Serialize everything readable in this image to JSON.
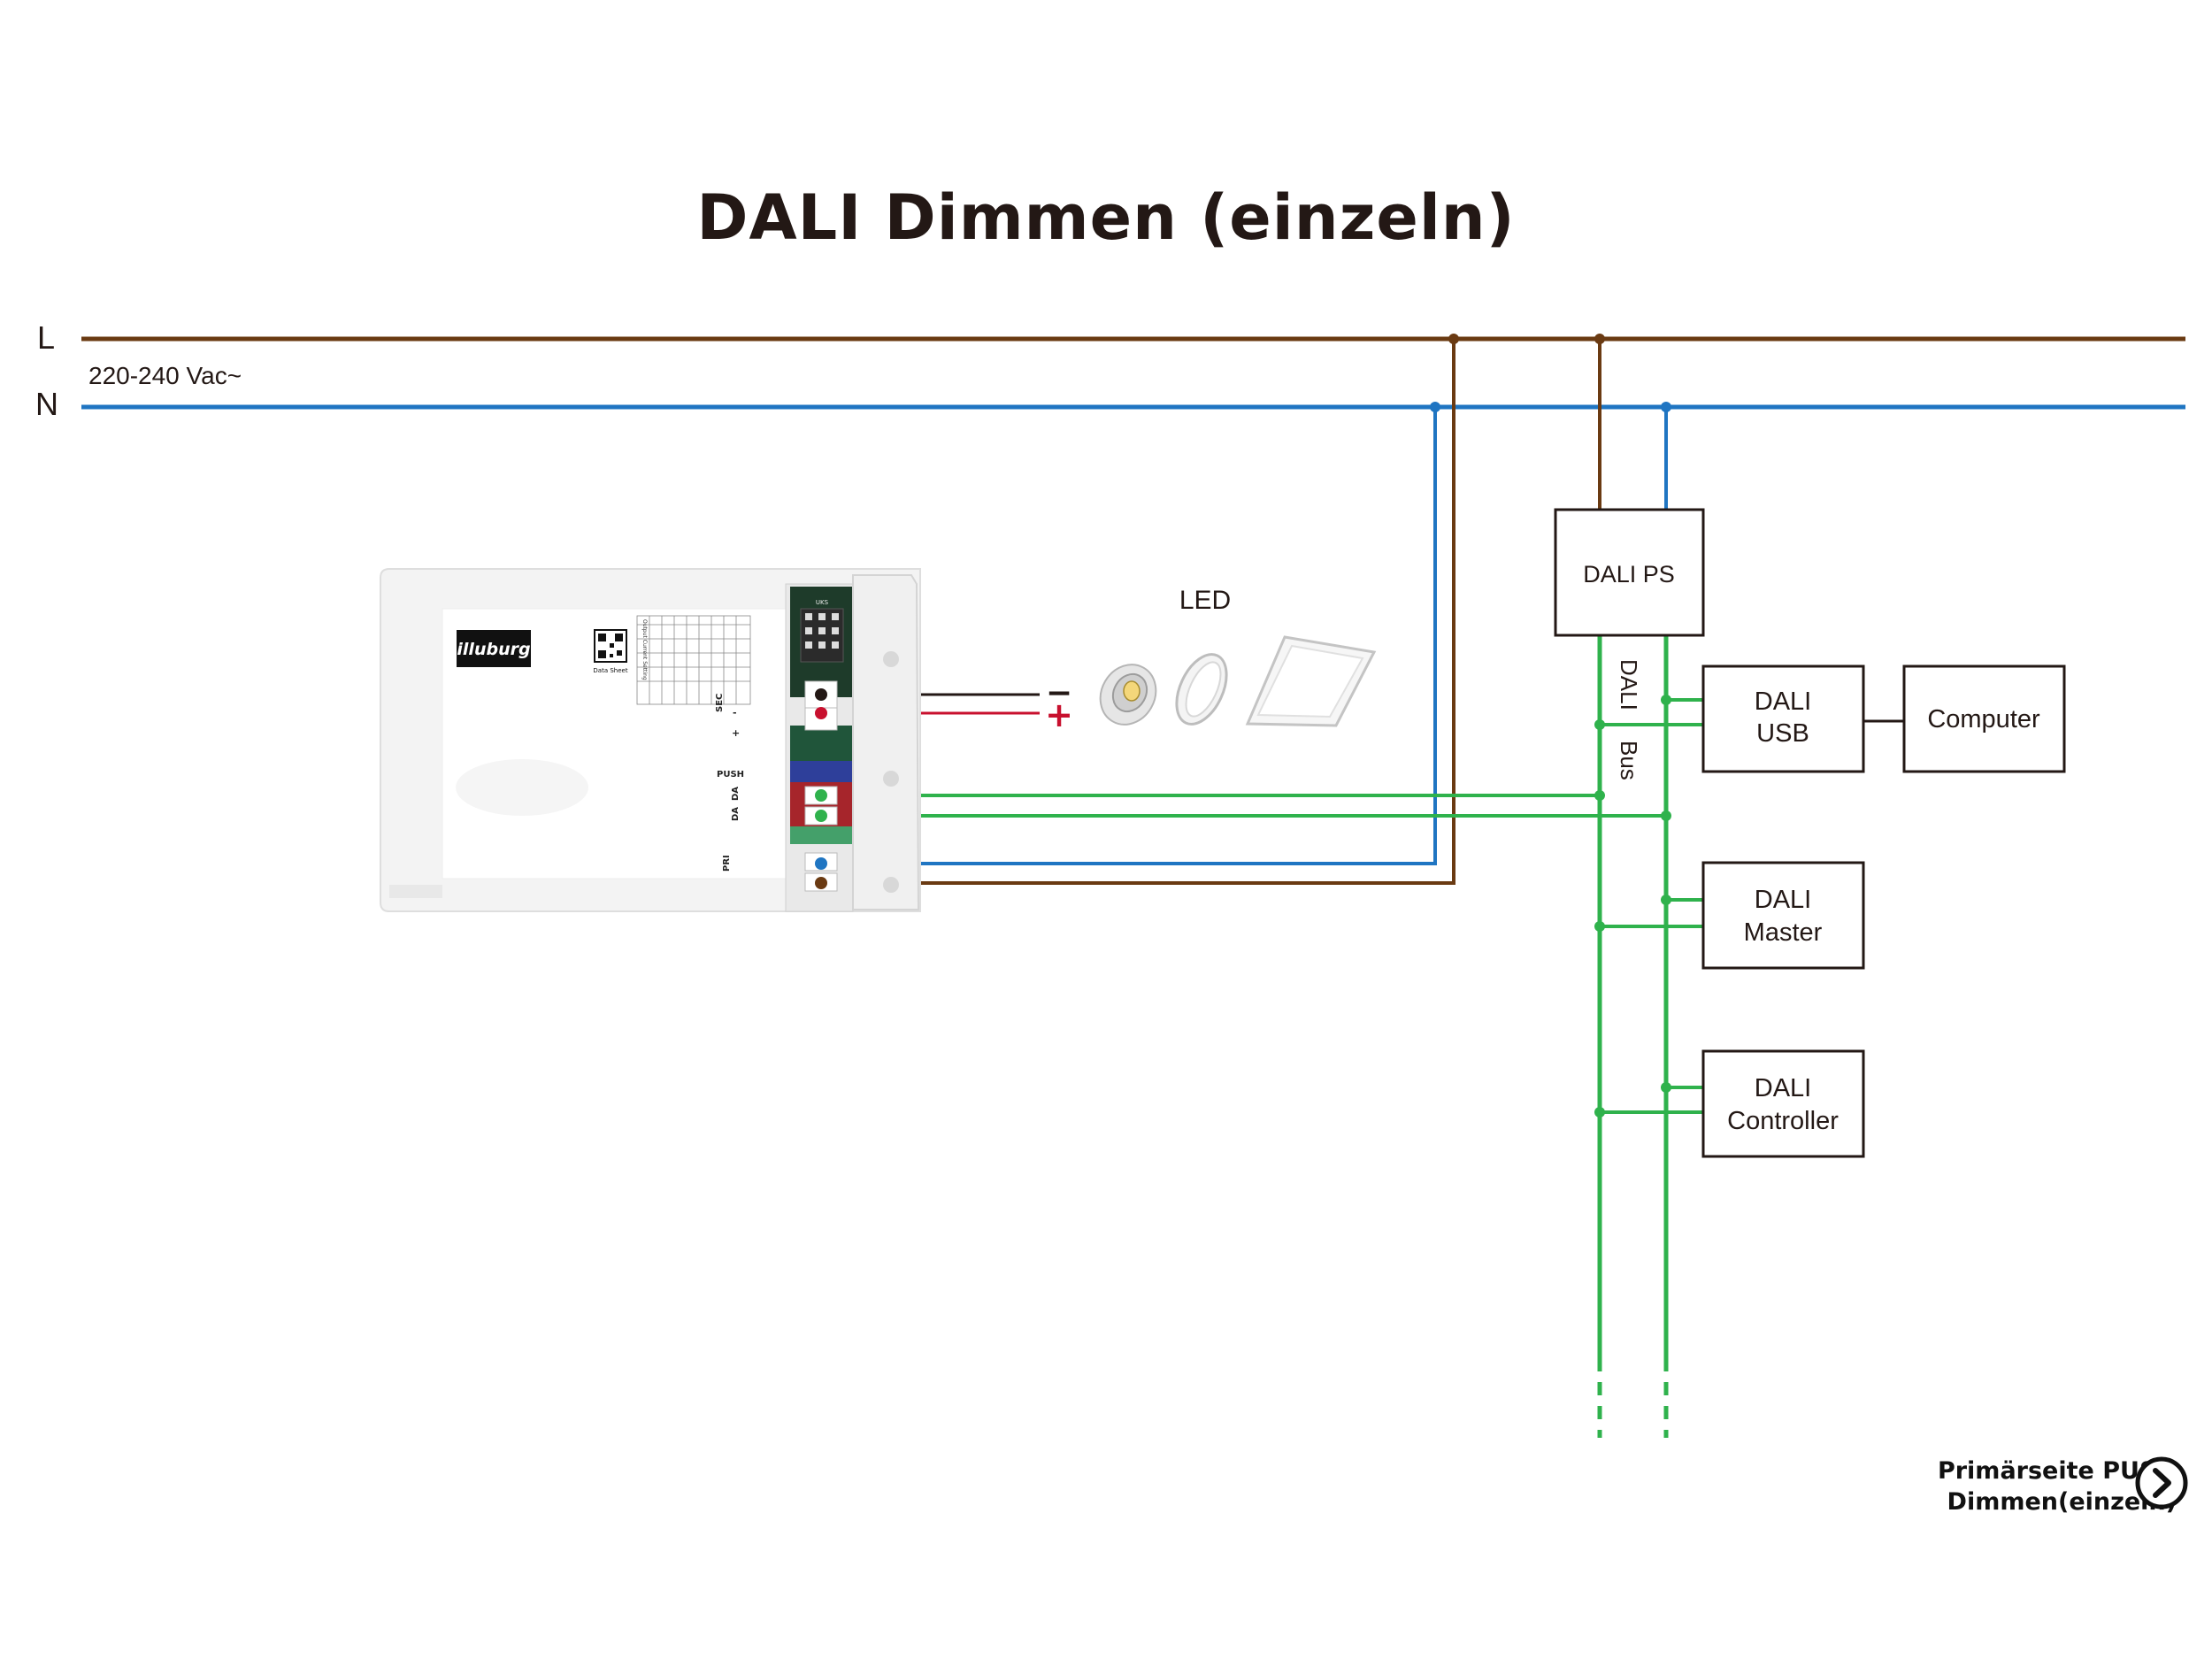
{
  "title": "DALI Dimmen (einzeln)",
  "mains": {
    "line_label": "L",
    "neutral_label": "N",
    "voltage": "220-240 Vac~"
  },
  "driver": {
    "brand": "illuburg",
    "data_sheet": "Data Sheet",
    "table_title": "Output Current Setting",
    "terminals": [
      "SEC",
      "PUSH",
      "DA",
      "DA",
      "PRI"
    ],
    "secondary_signs": [
      "-",
      "+"
    ],
    "dip_label": "UKS"
  },
  "led": {
    "label": "LED",
    "minus": "−",
    "plus": "+"
  },
  "bus": {
    "label_line1": "DALI",
    "label_line2": "Bus"
  },
  "boxes": {
    "dali_ps": "DALI PS",
    "dali_usb": [
      "DALI",
      "USB"
    ],
    "computer": "Computer",
    "dali_master": [
      "DALI",
      "Master"
    ],
    "dali_controller": [
      "DALI",
      "Controller"
    ]
  },
  "next": {
    "line1": "Primärseite PUSH",
    "line2": "Dimmen(einzeln)"
  },
  "colors": {
    "line": "#6a3a12",
    "neutral": "#1f75c2",
    "dali": "#2fb24c",
    "plus": "#c8102e",
    "minus": "#231815",
    "box": "#231815"
  }
}
